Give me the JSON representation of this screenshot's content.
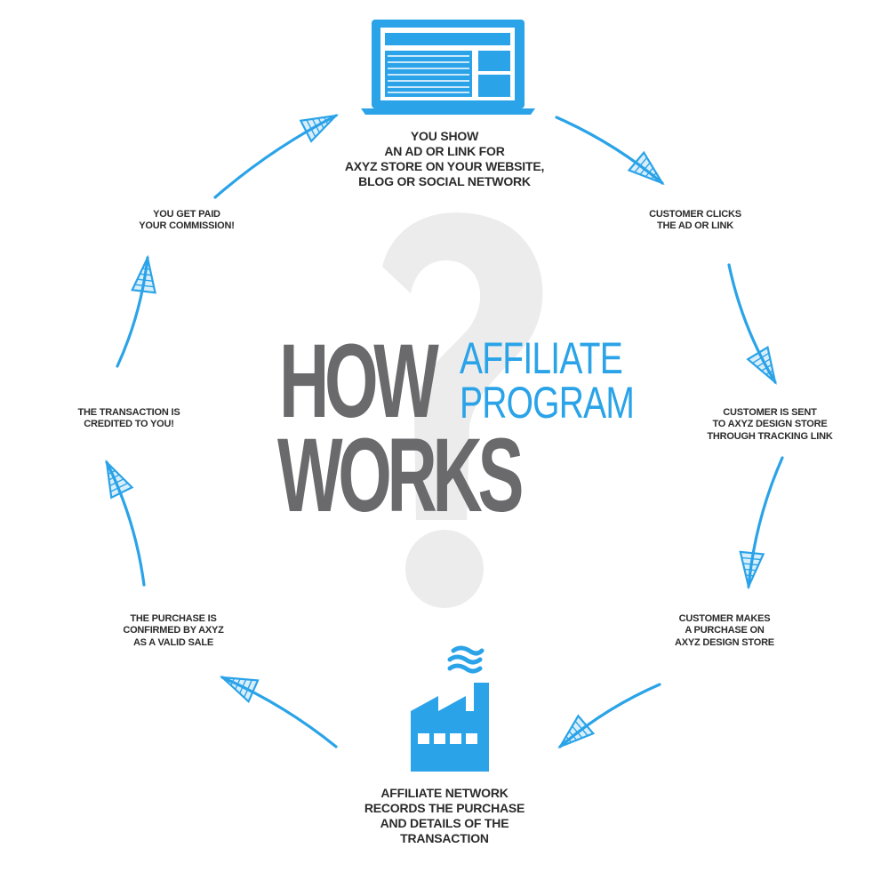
{
  "title": {
    "how": "HOW",
    "works": "WORKS",
    "affiliate": "AFFILIATE",
    "program": "PROGRAM"
  },
  "steps": [
    {
      "id": "show-ad",
      "lines": [
        "YOU SHOW",
        "AN AD OR LINK FOR",
        "AXYZ STORE ON YOUR WEBSITE,",
        "BLOG OR SOCIAL NETWORK"
      ]
    },
    {
      "id": "customer-clicks",
      "lines": [
        "CUSTOMER CLICKS",
        "THE AD OR LINK"
      ]
    },
    {
      "id": "customer-sent",
      "lines": [
        "CUSTOMER IS SENT",
        "TO AXYZ DESIGN STORE",
        "THROUGH TRACKING LINK"
      ]
    },
    {
      "id": "customer-purchase",
      "lines": [
        "CUSTOMER MAKES",
        "A PURCHASE ON",
        "AXYZ DESIGN STORE"
      ]
    },
    {
      "id": "network-records",
      "lines": [
        "AFFILIATE NETWORK",
        "RECORDS THE PURCHASE",
        "AND DETAILS OF THE",
        "TRANSACTION"
      ]
    },
    {
      "id": "purchase-confirmed",
      "lines": [
        "THE PURCHASE IS",
        "CONFIRMED BY AXYZ",
        "AS A VALID SALE"
      ]
    },
    {
      "id": "transaction-credited",
      "lines": [
        "THE TRANSACTION IS",
        "CREDITED TO YOU!"
      ]
    },
    {
      "id": "get-paid",
      "lines": [
        "YOU GET PAID",
        "YOUR COMMISSION!"
      ]
    }
  ],
  "icons": {
    "top": "laptop-icon",
    "bottom": "factory-icon",
    "background": "question-mark-icon"
  },
  "colors": {
    "accent": "#2aa3e8",
    "title_dark": "#6a6a6c",
    "text": "#2b2b2b",
    "watermark": "#ececec"
  }
}
